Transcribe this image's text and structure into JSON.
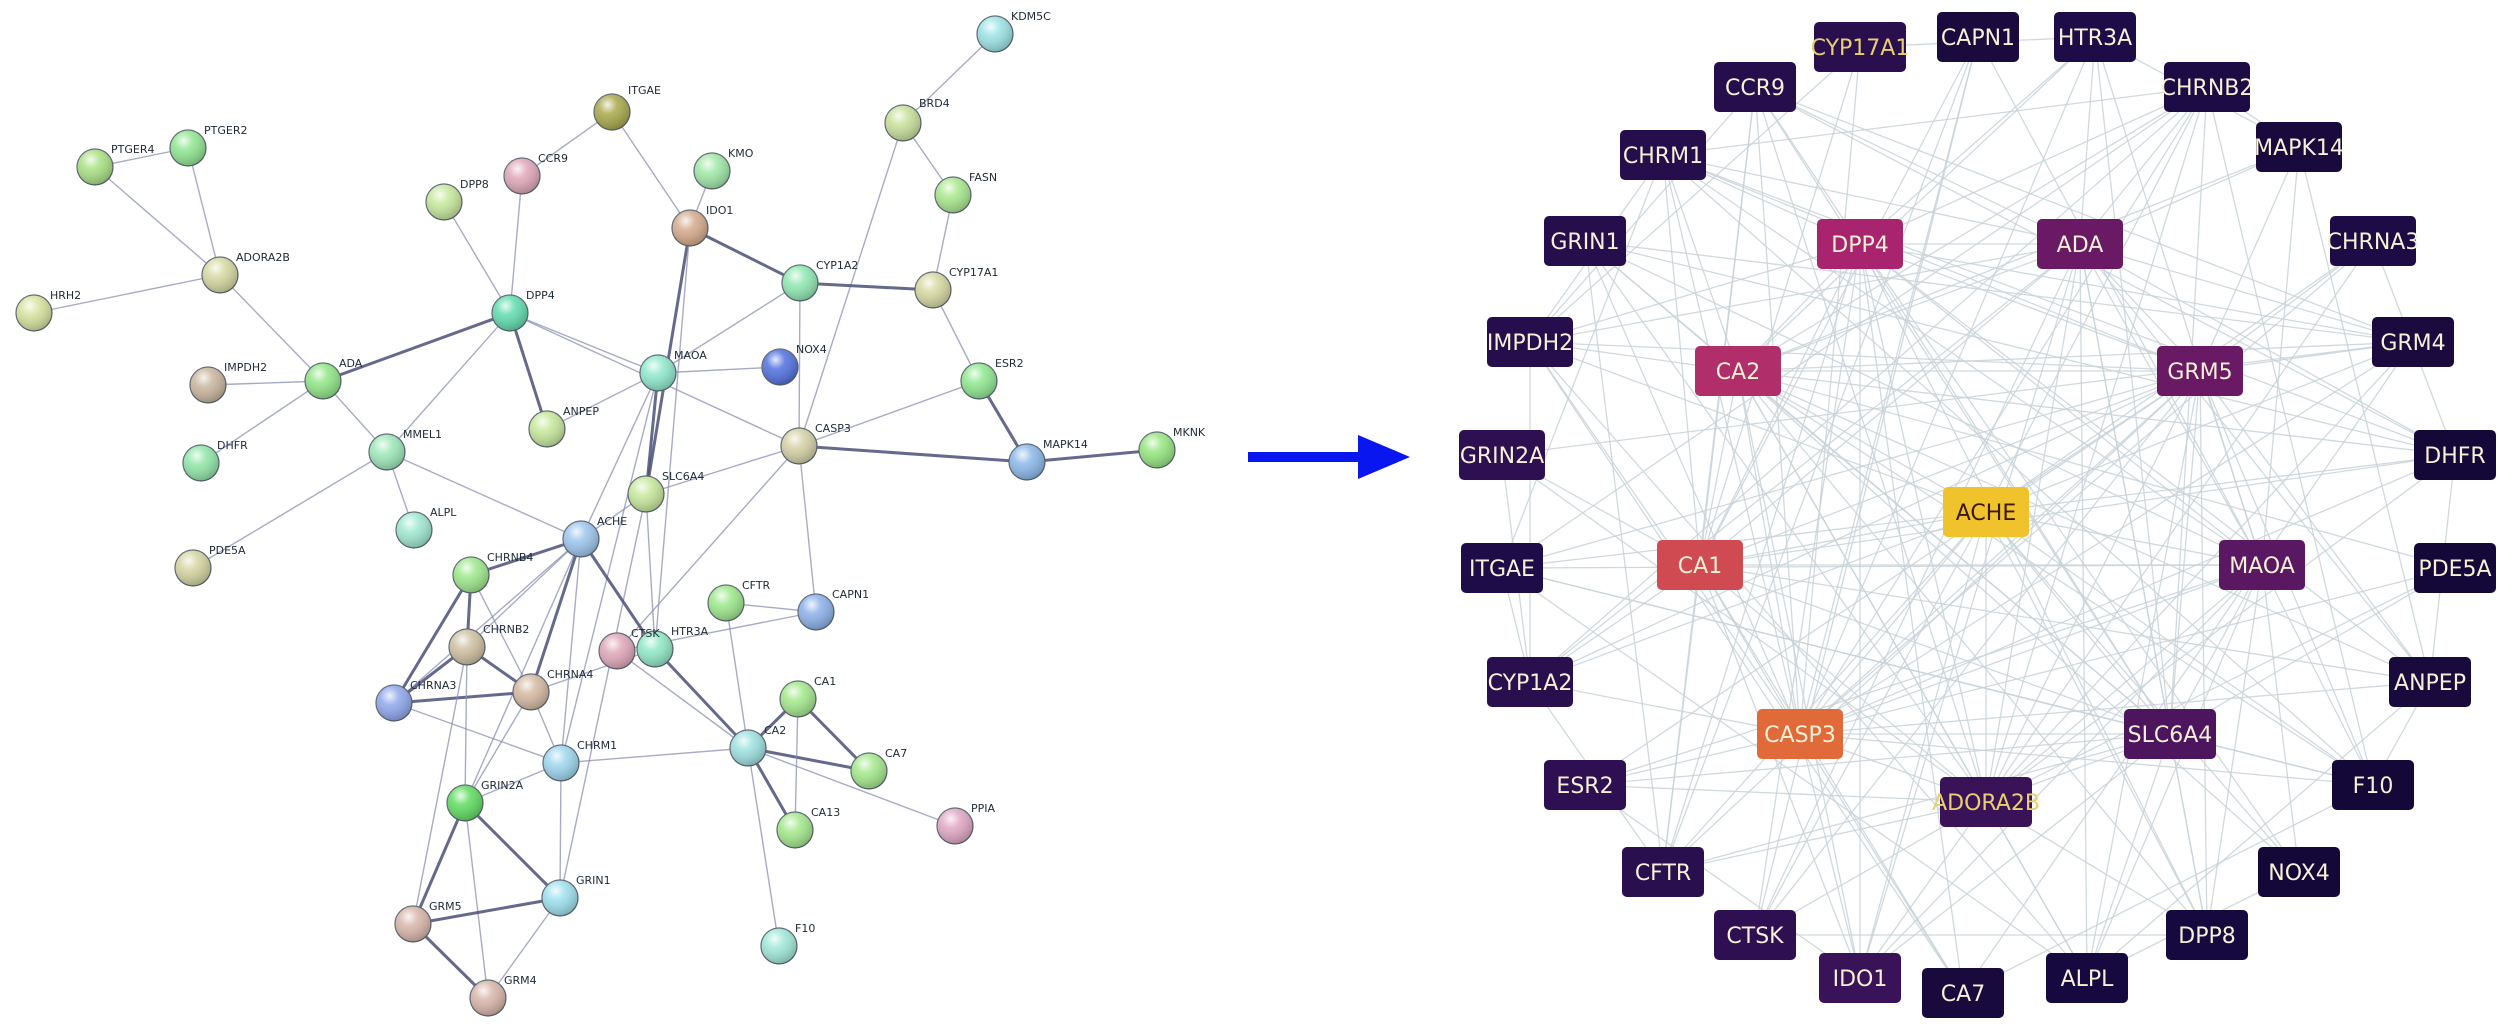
{
  "string_network": {
    "nodes": [
      {
        "id": "KDM5C",
        "label": "KDM5C",
        "color": "#9be3e6"
      },
      {
        "id": "ITGAE",
        "label": "ITGAE",
        "color": "#a8a84a"
      },
      {
        "id": "BRD4",
        "label": "BRD4",
        "color": "#c8e09a"
      },
      {
        "id": "PTGER2",
        "label": "PTGER2",
        "color": "#8fe58f"
      },
      {
        "id": "PTGER4",
        "label": "PTGER4",
        "color": "#a8e082"
      },
      {
        "id": "CCR9",
        "label": "CCR9",
        "color": "#e0a6b8"
      },
      {
        "id": "KMO",
        "label": "KMO",
        "color": "#9fe8a6"
      },
      {
        "id": "DPP8",
        "label": "DPP8",
        "color": "#c6e89a"
      },
      {
        "id": "IDO1",
        "label": "IDO1",
        "color": "#d4a98a"
      },
      {
        "id": "FASN",
        "label": "FASN",
        "color": "#a8e88c"
      },
      {
        "id": "ADORA2B",
        "label": "ADORA2B",
        "color": "#d6d8a0"
      },
      {
        "id": "CYP1A2",
        "label": "CYP1A2",
        "color": "#8ee8b0"
      },
      {
        "id": "CYP17A1",
        "label": "CYP17A1",
        "color": "#d6d8a0"
      },
      {
        "id": "HRH2",
        "label": "HRH2",
        "color": "#d6e29c"
      },
      {
        "id": "DPP4",
        "label": "DPP4",
        "color": "#5edcae"
      },
      {
        "id": "NOX4",
        "label": "NOX4",
        "color": "#4f6fe0"
      },
      {
        "id": "IMPDH2",
        "label": "IMPDH2",
        "color": "#c8b49c"
      },
      {
        "id": "ADA",
        "label": "ADA",
        "color": "#8ee684"
      },
      {
        "id": "MAOA",
        "label": "MAOA",
        "color": "#8ee8cc"
      },
      {
        "id": "ESR2",
        "label": "ESR2",
        "color": "#8ee88e"
      },
      {
        "id": "MME",
        "label": "MMEL1",
        "color": "#9ce8b8"
      },
      {
        "id": "ANPEP",
        "label": "ANPEP",
        "color": "#c6e89a"
      },
      {
        "id": "CASP3",
        "label": "CASP3",
        "color": "#d4d0a4"
      },
      {
        "id": "DHFR",
        "label": "DHFR",
        "color": "#8ee6a6"
      },
      {
        "id": "MAPK14",
        "label": "MAPK14",
        "color": "#8ab8ea"
      },
      {
        "id": "MKNK",
        "label": "MKNK",
        "color": "#94e67e"
      },
      {
        "id": "SLC6A4",
        "label": "SLC6A4",
        "color": "#c6e89a"
      },
      {
        "id": "ALPL",
        "label": "ALPL",
        "color": "#9ee8d0"
      },
      {
        "id": "ACHE",
        "label": "ACHE",
        "color": "#9cc4ee"
      },
      {
        "id": "PDE5A",
        "label": "PDE5A",
        "color": "#d4d4a0"
      },
      {
        "id": "CHRNB4",
        "label": "CHRNB4",
        "color": "#9ce88a"
      },
      {
        "id": "CFTR",
        "label": "CFTR",
        "color": "#9ce88a"
      },
      {
        "id": "CAPN1",
        "label": "CAPN1",
        "color": "#8ab0ea"
      },
      {
        "id": "CHRNB2",
        "label": "CHRNB2",
        "color": "#cec0a0"
      },
      {
        "id": "HTR3A",
        "label": "HTR3A",
        "color": "#8ee8c6"
      },
      {
        "id": "CTSK",
        "label": "CTSK",
        "color": "#e0a6b8"
      },
      {
        "id": "CHRNA3",
        "label": "CHRNA3",
        "color": "#8ea6ec"
      },
      {
        "id": "CHRNA4",
        "label": "CHRNA4",
        "color": "#d4b8a0"
      },
      {
        "id": "CA1",
        "label": "CA1",
        "color": "#a2e88a"
      },
      {
        "id": "CHRM1",
        "label": "CHRM1",
        "color": "#9cd6ee"
      },
      {
        "id": "CA2",
        "label": "CA2",
        "color": "#9ce0e0"
      },
      {
        "id": "CA7",
        "label": "CA7",
        "color": "#a2e88a"
      },
      {
        "id": "GRIN2A",
        "label": "GRIN2A",
        "color": "#5edc5e"
      },
      {
        "id": "PPIA",
        "label": "PPIA",
        "color": "#e0a6c4"
      },
      {
        "id": "CA13",
        "label": "CA13",
        "color": "#a2e88a"
      },
      {
        "id": "GRIN1",
        "label": "GRIN1",
        "color": "#9ce0ee"
      },
      {
        "id": "GRM5",
        "label": "GRM5",
        "color": "#d8b4a8"
      },
      {
        "id": "F10",
        "label": "F10",
        "color": "#9ee8d8"
      },
      {
        "id": "GRM4",
        "label": "GRM4",
        "color": "#d8b4a8"
      }
    ],
    "edges": [
      [
        "KDM5C",
        "BRD4"
      ],
      [
        "BRD4",
        "FASN"
      ],
      [
        "BRD4",
        "CASP3"
      ],
      [
        "FASN",
        "CYP17A1"
      ],
      [
        "CYP17A1",
        "CYP1A2"
      ],
      [
        "CYP17A1",
        "ESR2"
      ],
      [
        "ESR2",
        "MAPK14"
      ],
      [
        "ESR2",
        "CASP3"
      ],
      [
        "MAPK14",
        "MKNK"
      ],
      [
        "MAPK14",
        "CASP3"
      ],
      [
        "PTGER4",
        "PTGER2"
      ],
      [
        "PTGER4",
        "ADORA2B"
      ],
      [
        "PTGER2",
        "ADORA2B"
      ],
      [
        "ADORA2B",
        "HRH2"
      ],
      [
        "ADORA2B",
        "ADA"
      ],
      [
        "IMPDH2",
        "ADA"
      ],
      [
        "DHFR",
        "ADA"
      ],
      [
        "ADA",
        "DPP4"
      ],
      [
        "ADA",
        "MME"
      ],
      [
        "MME",
        "PDE5A"
      ],
      [
        "DPP8",
        "DPP4"
      ],
      [
        "CCR9",
        "DPP4"
      ],
      [
        "DPP4",
        "MAOA"
      ],
      [
        "DPP4",
        "ANPEP"
      ],
      [
        "DPP4",
        "MME"
      ],
      [
        "DPP4",
        "CASP3"
      ],
      [
        "ITGAE",
        "CCR9"
      ],
      [
        "ITGAE",
        "IDO1"
      ],
      [
        "KMO",
        "IDO1"
      ],
      [
        "IDO1",
        "CYP1A2"
      ],
      [
        "IDO1",
        "SLC6A4"
      ],
      [
        "IDO1",
        "HTR3A"
      ],
      [
        "CYP1A2",
        "MAOA"
      ],
      [
        "CYP1A2",
        "CASP3"
      ],
      [
        "MAOA",
        "NOX4"
      ],
      [
        "MAOA",
        "SLC6A4"
      ],
      [
        "MAOA",
        "CHRM1"
      ],
      [
        "MAOA",
        "ACHE"
      ],
      [
        "MAOA",
        "ANPEP"
      ],
      [
        "CASP3",
        "SLC6A4"
      ],
      [
        "CASP3",
        "CAPN1"
      ],
      [
        "CASP3",
        "CTSK"
      ],
      [
        "SLC6A4",
        "ACHE"
      ],
      [
        "SLC6A4",
        "HTR3A"
      ],
      [
        "SLC6A4",
        "GRIN1"
      ],
      [
        "MME",
        "ALPL"
      ],
      [
        "MME",
        "ACHE"
      ],
      [
        "ACHE",
        "CHRNB4"
      ],
      [
        "ACHE",
        "CHRNA4"
      ],
      [
        "ACHE",
        "CHRNA3"
      ],
      [
        "ACHE",
        "HTR3A"
      ],
      [
        "ACHE",
        "CHRM1"
      ],
      [
        "ACHE",
        "GRIN2A"
      ],
      [
        "ACHE",
        "CHRNB2"
      ],
      [
        "CHRNB4",
        "CHRNB2"
      ],
      [
        "CHRNB4",
        "CHRNA3"
      ],
      [
        "CHRNB4",
        "CHRNA4"
      ],
      [
        "CHRNB2",
        "CHRNA3"
      ],
      [
        "CHRNB2",
        "CHRNA4"
      ],
      [
        "CHRNA3",
        "CHRNA4"
      ],
      [
        "CHRNA4",
        "HTR3A"
      ],
      [
        "CHRNA4",
        "CHRM1"
      ],
      [
        "CHRNA4",
        "GRIN2A"
      ],
      [
        "CHRNB2",
        "GRIN2A"
      ],
      [
        "CHRNA3",
        "CHRM1"
      ],
      [
        "HTR3A",
        "CA2"
      ],
      [
        "CHRM1",
        "GRIN1"
      ],
      [
        "CHRM1",
        "GRIN2A"
      ],
      [
        "GRIN2A",
        "GRIN1"
      ],
      [
        "GRIN2A",
        "GRM5"
      ],
      [
        "GRIN2A",
        "GRM4"
      ],
      [
        "GRIN1",
        "GRM5"
      ],
      [
        "GRIN1",
        "GRM4"
      ],
      [
        "GRM5",
        "GRM4"
      ],
      [
        "GRM5",
        "CHRNB2"
      ],
      [
        "CFTR",
        "CA2"
      ],
      [
        "CFTR",
        "CAPN1"
      ],
      [
        "CA2",
        "CA1"
      ],
      [
        "CA2",
        "CA7"
      ],
      [
        "CA2",
        "CA13"
      ],
      [
        "CA1",
        "CA7"
      ],
      [
        "CA1",
        "CA13"
      ],
      [
        "CA2",
        "PPIA"
      ],
      [
        "CA2",
        "F10"
      ],
      [
        "CAPN1",
        "CTSK"
      ],
      [
        "CHRM1",
        "CA2"
      ],
      [
        "CTSK",
        "CA2"
      ]
    ]
  },
  "arrow_color": "#0a16f0",
  "hub_network": {
    "colors": {
      "node_dark": "#1c0f4a",
      "label_light": "#f5f0d6",
      "edge": "#c8d2d8"
    },
    "outer_nodes": [
      {
        "id": "CAPN1",
        "label": "CAPN1",
        "color": "#1a0a3e",
        "text": "#f5f0d6"
      },
      {
        "id": "HTR3A",
        "label": "HTR3A",
        "color": "#1e0c48",
        "text": "#f5f0d6"
      },
      {
        "id": "CHRNB2",
        "label": "CHRNB2",
        "color": "#1c0b44",
        "text": "#f5f0d6"
      },
      {
        "id": "MAPK14",
        "label": "MAPK14",
        "color": "#180a3c",
        "text": "#f5f0d6"
      },
      {
        "id": "CHRNA3",
        "label": "CHRNA3",
        "color": "#1c0b44",
        "text": "#f5f0d6"
      },
      {
        "id": "GRM4",
        "label": "GRM4",
        "color": "#1a0a3e",
        "text": "#f5f0d6"
      },
      {
        "id": "DHFR",
        "label": "DHFR",
        "color": "#140838",
        "text": "#f5f0d6"
      },
      {
        "id": "PDE5A",
        "label": "PDE5A",
        "color": "#140838",
        "text": "#f5f0d6"
      },
      {
        "id": "ANPEP",
        "label": "ANPEP",
        "color": "#180a3c",
        "text": "#f5f0d6"
      },
      {
        "id": "F10",
        "label": "F10",
        "color": "#140838",
        "text": "#f5f0d6"
      },
      {
        "id": "NOX4",
        "label": "NOX4",
        "color": "#140838",
        "text": "#f5f0d6"
      },
      {
        "id": "DPP8",
        "label": "DPP8",
        "color": "#160940",
        "text": "#f5f0d6"
      },
      {
        "id": "ALPL",
        "label": "ALPL",
        "color": "#160940",
        "text": "#f5f0d6"
      },
      {
        "id": "CA7",
        "label": "CA7",
        "color": "#180a3c",
        "text": "#f5f0d6"
      },
      {
        "id": "IDO1",
        "label": "IDO1",
        "color": "#3a1258",
        "text": "#f5f0d6"
      },
      {
        "id": "CTSK",
        "label": "CTSK",
        "color": "#2e1052",
        "text": "#f5f0d6"
      },
      {
        "id": "CFTR",
        "label": "CFTR",
        "color": "#2a0f4e",
        "text": "#f5f0d6"
      },
      {
        "id": "ESR2",
        "label": "ESR2",
        "color": "#2e1052",
        "text": "#f5f0d6"
      },
      {
        "id": "CYP1A2",
        "label": "CYP1A2",
        "color": "#2a0f4e",
        "text": "#f5f0d6"
      },
      {
        "id": "ITGAE",
        "label": "ITGAE",
        "color": "#1e0c48",
        "text": "#f5f0d6"
      },
      {
        "id": "GRIN2A",
        "label": "GRIN2A",
        "color": "#2e1052",
        "text": "#f5f0d6"
      },
      {
        "id": "IMPDH2",
        "label": "IMPDH2",
        "color": "#260d4c",
        "text": "#f5f0d6"
      },
      {
        "id": "GRIN1",
        "label": "GRIN1",
        "color": "#260d4c",
        "text": "#f5f0d6"
      },
      {
        "id": "CHRM1",
        "label": "CHRM1",
        "color": "#260d4c",
        "text": "#f5f0d6"
      },
      {
        "id": "CCR9",
        "label": "CCR9",
        "color": "#260d4c",
        "text": "#f5f0d6"
      },
      {
        "id": "CYP17A1",
        "label": "CYP17A1",
        "color": "#2a0f4e",
        "text": "#e8d070"
      }
    ],
    "inner_nodes": [
      {
        "id": "DPP4",
        "label": "DPP4",
        "color": "#a8246e",
        "text": "#f5f0d6"
      },
      {
        "id": "ADA",
        "label": "ADA",
        "color": "#6a1a64",
        "text": "#f5f0d6"
      },
      {
        "id": "GRM5",
        "label": "GRM5",
        "color": "#6a1a64",
        "text": "#f5f0d6"
      },
      {
        "id": "MAOA",
        "label": "MAOA",
        "color": "#5a1862",
        "text": "#f5f0d6"
      },
      {
        "id": "SLC6A4",
        "label": "SLC6A4",
        "color": "#4c155e",
        "text": "#f5f0d6"
      },
      {
        "id": "ADORA2B",
        "label": "ADORA2B",
        "color": "#3a1258",
        "text": "#e8d070"
      },
      {
        "id": "CASP3",
        "label": "CASP3",
        "color": "#e06a3a",
        "text": "#f5f0d6"
      },
      {
        "id": "CA1",
        "label": "CA1",
        "color": "#d04a52",
        "text": "#f5f0d6"
      },
      {
        "id": "CA2",
        "label": "CA2",
        "color": "#b02e6a",
        "text": "#f5f0d6"
      },
      {
        "id": "ACHE",
        "label": "ACHE",
        "color": "#f0c22c",
        "text": "#3a1a10"
      }
    ]
  }
}
